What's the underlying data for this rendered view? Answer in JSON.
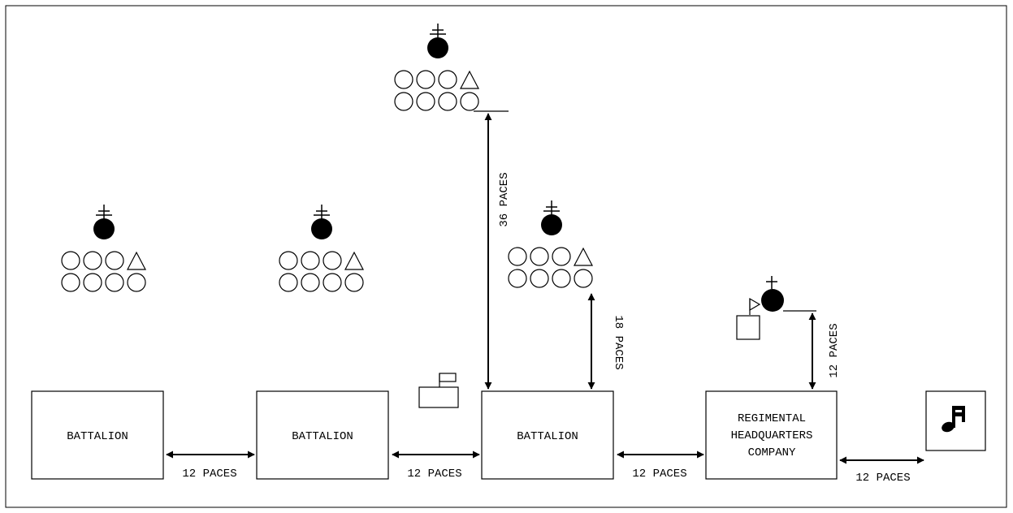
{
  "units": {
    "battalion_left": {
      "label": "BATTALION"
    },
    "battalion_middle": {
      "label": "BATTALION"
    },
    "battalion_center": {
      "label": "BATTALION"
    },
    "regimental_hq": {
      "label_lines": [
        "REGIMENTAL",
        "HEADQUARTERS",
        "COMPANY"
      ]
    }
  },
  "dimensions": {
    "gap1": "12 PACES",
    "gap2": "12 PACES",
    "gap3": "12 PACES",
    "gap4": "12 PACES",
    "top_vertical": "36 PACES",
    "mid_vertical": "18 PACES",
    "hq_vertical": "12 PACES"
  },
  "icons": {
    "band": "music-note-icon",
    "staff_flag": "flag-icon",
    "commander": "commander-icon",
    "officer": "officer-circle-icon",
    "triangle": "triangle-icon"
  }
}
